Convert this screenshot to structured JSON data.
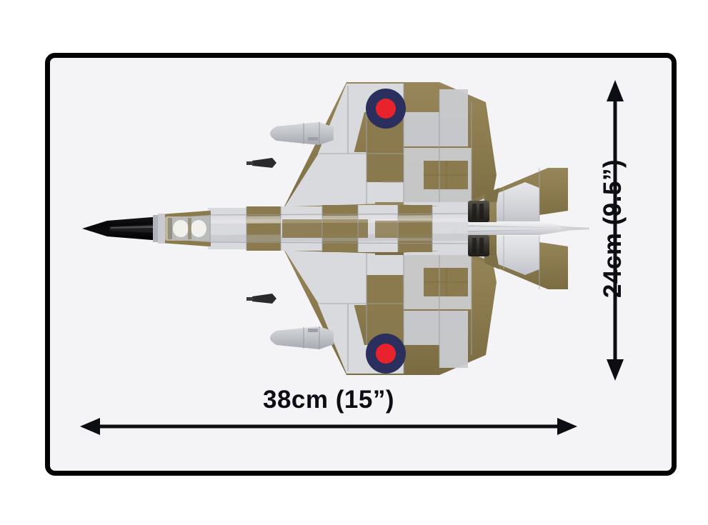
{
  "page": {
    "type": "product-dimension-photo",
    "background_color": "#ffffff",
    "frame_background_color": "#f4f3f6",
    "frame_border_color": "#010101"
  },
  "dimensions": {
    "width_label": "38cm (15”)",
    "height_label": "24cm (9.5”)",
    "width_arrow_name": "double-headed-horizontal-arrow",
    "height_arrow_name": "double-headed-vertical-arrow"
  },
  "model": {
    "subject": "mcdonnell-douglas-f-4-phantom-ii",
    "view": "top-down",
    "livery": "raf-desert-camouflage",
    "colors": {
      "camo_tan": "#8a7a4e",
      "camo_tan_dark": "#7a6b41",
      "camo_light_gray": "#d9dade",
      "camo_light_gray_2": "#c7c9cf",
      "nose_black": "#0c0c0e",
      "roundel_blue": "#2b2f5e",
      "roundel_red": "#e8232c",
      "canopy_gray": "#b9bcc2",
      "seat_white": "#f2f0ea",
      "nozzle_dark": "#3a3832",
      "missile_dark": "#2a2a2c"
    },
    "parts": [
      {
        "name": "nose-radome",
        "color": "#0c0c0e"
      },
      {
        "name": "cockpit-canopy",
        "color": "#b9bcc2"
      },
      {
        "name": "ejection-seat",
        "color": "#f2f0ea"
      },
      {
        "name": "fuselage",
        "color": "#8a7a4e"
      },
      {
        "name": "left-wing",
        "color": "#8a7a4e"
      },
      {
        "name": "right-wing",
        "color": "#8a7a4e"
      },
      {
        "name": "vertical-stabilizer",
        "color": "#d9dade"
      },
      {
        "name": "left-horizontal-stabilizer",
        "color": "#8a7a4e"
      },
      {
        "name": "right-horizontal-stabilizer",
        "color": "#8a7a4e"
      },
      {
        "name": "upper-roundel",
        "color": "#2b2f5e"
      },
      {
        "name": "lower-roundel",
        "color": "#2b2f5e"
      },
      {
        "name": "upper-external-fuel-tank",
        "color": "#c7c9cf"
      },
      {
        "name": "lower-external-fuel-tank",
        "color": "#c7c9cf"
      },
      {
        "name": "upper-wing-pylon-missile",
        "color": "#2a2a2c"
      },
      {
        "name": "lower-wing-pylon-missile",
        "color": "#2a2a2c"
      },
      {
        "name": "left-exhaust-nozzle",
        "color": "#3a3832"
      },
      {
        "name": "right-exhaust-nozzle",
        "color": "#3a3832"
      },
      {
        "name": "tail-probe",
        "color": "#d9dade"
      }
    ]
  }
}
